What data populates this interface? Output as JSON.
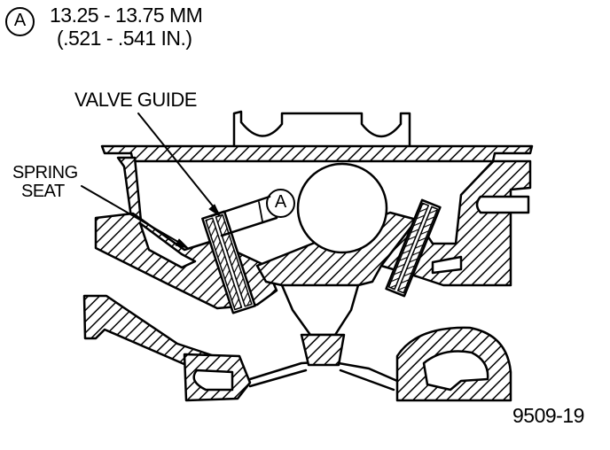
{
  "legend": {
    "key": "A",
    "spec_metric": "13.25 - 13.75 MM",
    "spec_imperial": "(.521 - .541 IN.)"
  },
  "labels": {
    "valve_guide": "VALVE GUIDE",
    "spring_seat_line1": "SPRING",
    "spring_seat_line2": "SEAT",
    "callout": "A"
  },
  "figure_number": "9509-19",
  "colors": {
    "ink": "#000000",
    "paper": "#ffffff"
  }
}
